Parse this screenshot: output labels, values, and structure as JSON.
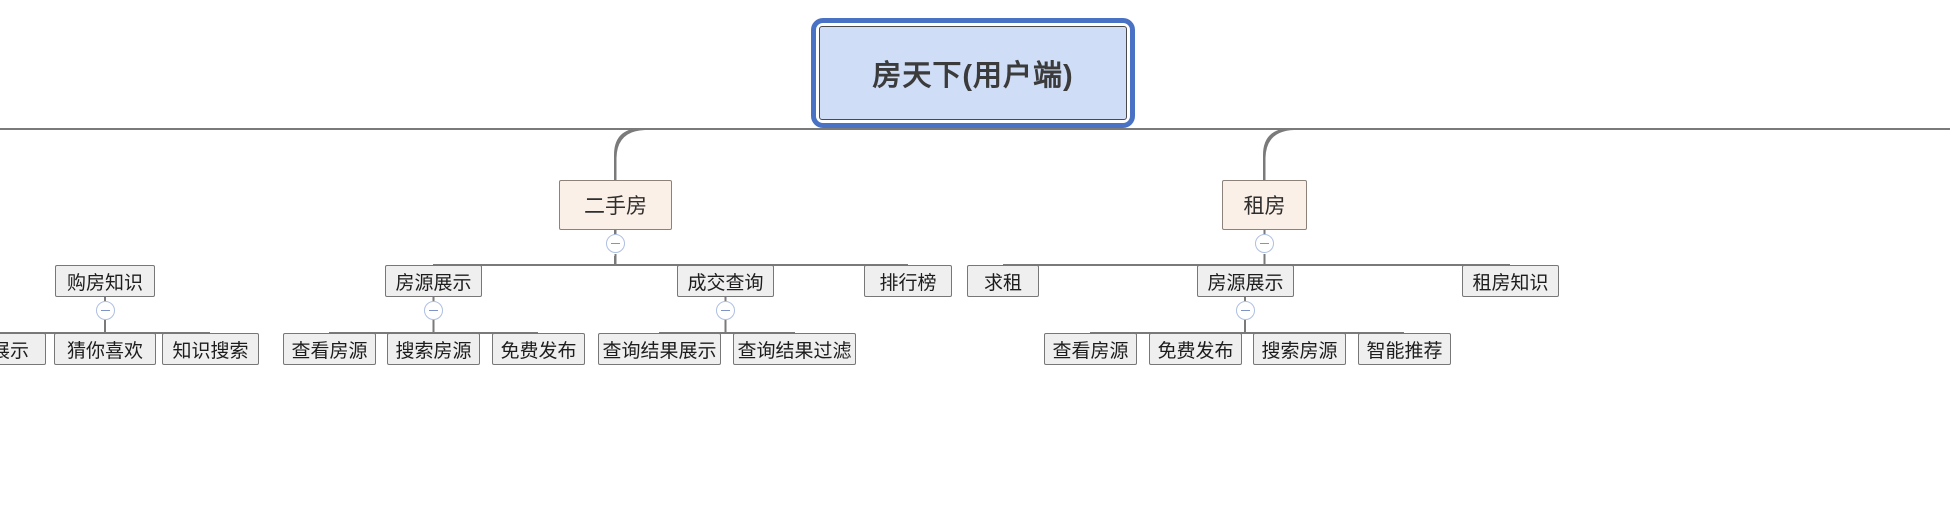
{
  "diagram": {
    "type": "mind-map-tree",
    "title_node": "房天下(用户端)",
    "orientation": "top-down",
    "colors": {
      "root_fill": "#cfddf6",
      "root_selection_ring": "#4a72c4",
      "level2_fill": "#fbf0e7",
      "level2_border": "#8d8279",
      "leaf_fill": "#efefef",
      "leaf_border": "#777777",
      "edge": "#7a7a7a",
      "toggle_border": "#aebfe3",
      "toggle_glyph": "#7f93c6"
    },
    "toggle_glyph": "minus-collapse-icon"
  },
  "root": {
    "label": "房天下(用户端)"
  },
  "branches": [
    {
      "id": "branch-gou-fang",
      "label_clipped": true,
      "level3": [
        {
          "label": "购房知识"
        }
      ],
      "level4": [
        {
          "label": "展示"
        },
        {
          "label": "猜你喜欢"
        },
        {
          "label": "知识搜索"
        }
      ]
    },
    {
      "id": "branch-ershoufang",
      "label": "二手房",
      "level3": [
        {
          "label": "房源展示"
        },
        {
          "label": "成交查询"
        },
        {
          "label": "排行榜"
        }
      ],
      "level4": [
        {
          "label": "查看房源"
        },
        {
          "label": "搜索房源"
        },
        {
          "label": "免费发布"
        },
        {
          "label": "查询结果展示"
        },
        {
          "label": "查询结果过滤"
        }
      ]
    },
    {
      "id": "branch-zufang",
      "label": "租房",
      "level3": [
        {
          "label": "求租"
        },
        {
          "label": "房源展示"
        },
        {
          "label": "租房知识"
        }
      ],
      "level4": [
        {
          "label": "查看房源"
        },
        {
          "label": "免费发布"
        },
        {
          "label": "搜索房源"
        },
        {
          "label": "智能推荐"
        }
      ]
    }
  ],
  "nodes": {
    "root": {
      "label": "房天下(用户端)"
    },
    "ershoufang": {
      "label": "二手房"
    },
    "zufang": {
      "label": "租房"
    },
    "goufangzhishi": {
      "label": "购房知识"
    },
    "zhanshi": {
      "label": "展示"
    },
    "cainixihuan": {
      "label": "猜你喜欢"
    },
    "zhishisousuo": {
      "label": "知识搜索"
    },
    "fangyuan_es": {
      "label": "房源展示"
    },
    "chengjiaochaxun": {
      "label": "成交查询"
    },
    "paihangbang": {
      "label": "排行榜"
    },
    "chakanfangyuan_es": {
      "label": "查看房源"
    },
    "sousuofangyuan_es": {
      "label": "搜索房源"
    },
    "mianfeifabu_es": {
      "label": "免费发布"
    },
    "chaxunjieguozhanshi": {
      "label": "查询结果展示"
    },
    "chaxunjieguoguolv": {
      "label": "查询结果过滤"
    },
    "qiuzu": {
      "label": "求租"
    },
    "fangyuan_zf": {
      "label": "房源展示"
    },
    "zufangzhishi": {
      "label": "租房知识"
    },
    "chakanfangyuan_zf": {
      "label": "查看房源"
    },
    "mianfeifabu_zf": {
      "label": "免费发布"
    },
    "sousuofangyuan_zf": {
      "label": "搜索房源"
    },
    "zhinengtuijian": {
      "label": "智能推荐"
    }
  }
}
